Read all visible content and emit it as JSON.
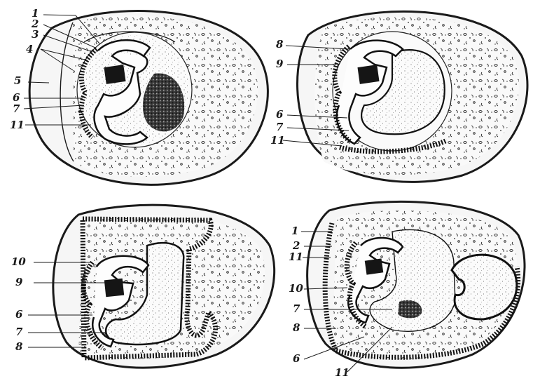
{
  "panels": [
    {
      "id": "top-left",
      "labels": [
        "1",
        "2",
        "3",
        "4",
        "5",
        "6",
        "7",
        "11"
      ]
    },
    {
      "id": "top-right",
      "labels": [
        "8",
        "9",
        "6",
        "7",
        "11"
      ]
    },
    {
      "id": "bottom-left",
      "labels": [
        "10",
        "9",
        "6",
        "7",
        "8"
      ]
    },
    {
      "id": "bottom-right",
      "labels": [
        "1",
        "2",
        "11",
        "10",
        "7",
        "8",
        "6",
        "11"
      ]
    }
  ],
  "colors": {
    "ink": "#1a1a1a",
    "paper": "#ffffff"
  }
}
